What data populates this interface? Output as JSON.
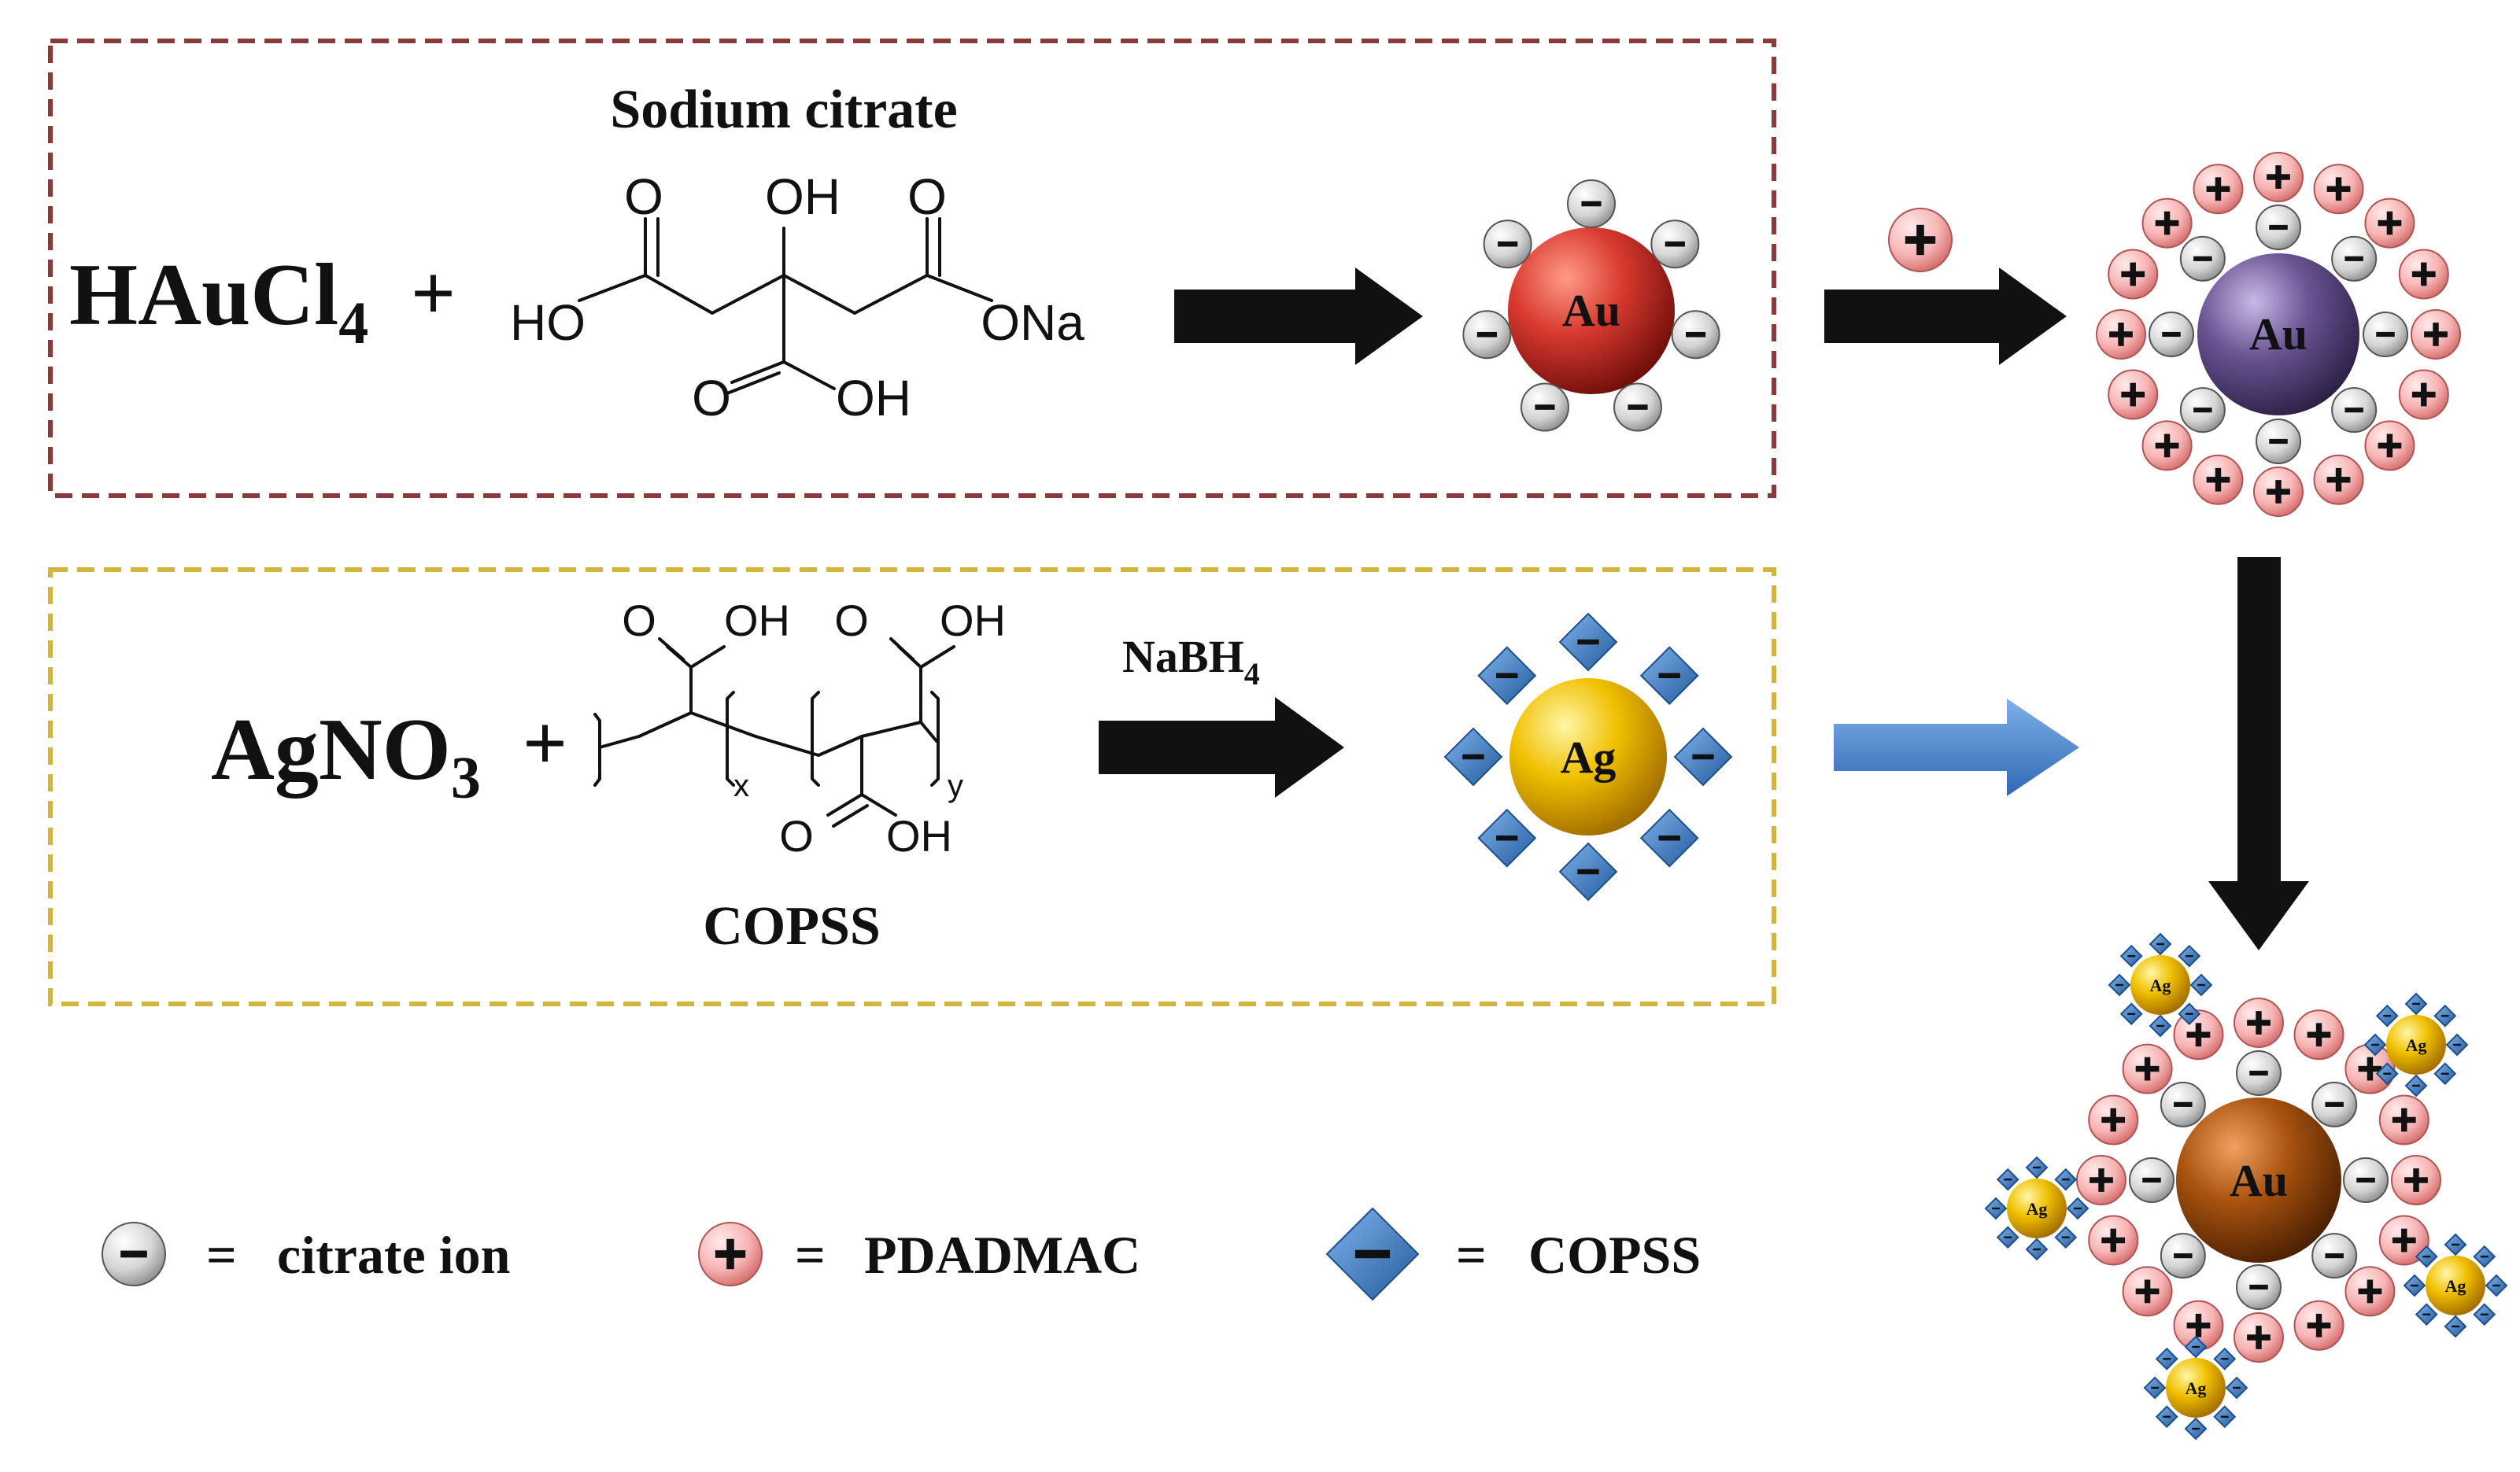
{
  "colors": {
    "box1_border": "#8b3a3a",
    "box2_border": "#d4b43a",
    "gold_red": "#c0302e",
    "gold_purple": "#6a4f8c",
    "gold_brown": "#9b4a12",
    "silver_yellow": "#e8b400",
    "arrow_black": "#111111",
    "arrow_blue": "#3d7cc9",
    "citrate_grey": "#cfcfcf",
    "pdadmac_pink": "#f4b7b7",
    "copss_blue": "#3f7fc8"
  },
  "reaction1": {
    "reagent": "HAuCl",
    "reagent_sub": "4",
    "plus": "+",
    "citrate_title": "Sodium citrate",
    "atoms": {
      "o1": "O",
      "oh_top": "OH",
      "o2": "O",
      "ho_left": "HO",
      "ona": "ONa",
      "o_bottom": "O",
      "oh_bottom": "OH"
    }
  },
  "reaction2": {
    "reagent": "AgNO",
    "reagent_sub": "3",
    "plus": "+",
    "reducer": "NaBH",
    "reducer_sub": "4",
    "polymer_title": "COPSS",
    "atoms": {
      "o_a": "O",
      "oh_a": "OH",
      "o_b": "O",
      "oh_b": "OH",
      "o_c": "O",
      "oh_c": "OH",
      "sub_x": "x",
      "sub_y": "y"
    }
  },
  "particles": {
    "au_label": "Au",
    "ag_label": "Ag",
    "minus": "-",
    "plus": "+"
  },
  "legend": {
    "equals": "=",
    "citrate_label": "citrate ion",
    "pdadmac_label": "PDADMAC",
    "copss_label": "COPSS"
  }
}
